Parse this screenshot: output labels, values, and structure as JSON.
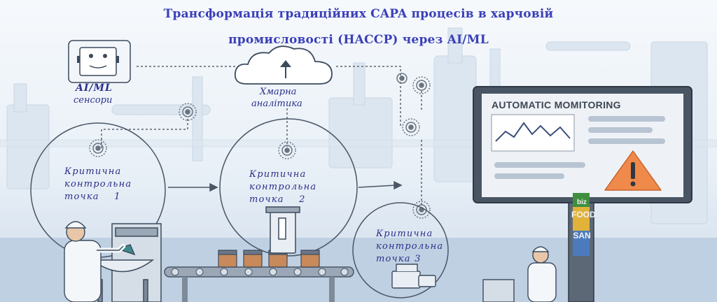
{
  "title": {
    "line1": "Трансформація традиційних CAPA процесів в харчовій",
    "line2": "промисловості (HACCP)  через AI/ML"
  },
  "sensors": {
    "label1": "AI/ML",
    "label2": "сенсори",
    "icon": "robot-face-icon"
  },
  "cloud": {
    "label1": "Хмарна",
    "label2": "аналітика",
    "icon": "cloud-upload-icon"
  },
  "control_points": [
    {
      "text": "Критична\nконтрольна\nточка    1"
    },
    {
      "text": "Критична\nконтрольна\nточка    2"
    },
    {
      "text": "Критична\nконтрольна\nточка 3"
    }
  ],
  "monitor": {
    "title": "AUTOMATIC MOMITORING",
    "icon": "warning-triangle-icon"
  },
  "logo": {
    "san": "SAN",
    "food": "FOOD",
    "biz": "biz"
  },
  "colors": {
    "title": "#3a3fb8",
    "label": "#2b2f8a",
    "warning": "#f08a4b",
    "chart": "#3b4f7a"
  }
}
